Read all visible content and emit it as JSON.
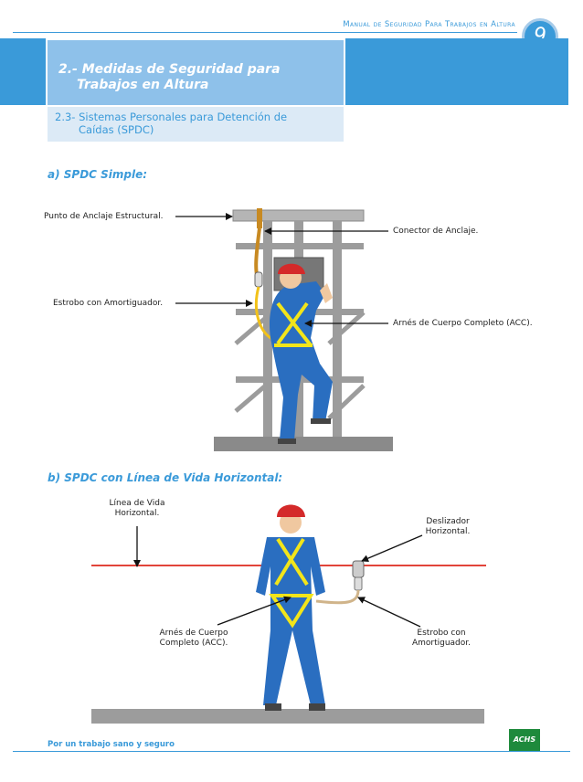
{
  "header": {
    "manual_title": "Manual de Seguridad Para Trabajos en Altura",
    "page_number": "9"
  },
  "section": {
    "title_line1": "2.- Medidas de Seguridad para",
    "title_line2": "Trabajos en Altura",
    "subtitle_line1": "2.3- Sistemas Personales para Detención de",
    "subtitle_line2": "Caídas (SPDC)"
  },
  "figure_a": {
    "heading": "a) SPDC Simple:",
    "labels": {
      "anchor_point": "Punto de Anclaje Estructural.",
      "anchor_connector": "Conector de Anclaje.",
      "lanyard": "Estrobo con Amortiguador.",
      "harness": "Arnés de Cuerpo Completo (ACC)."
    }
  },
  "figure_b": {
    "heading": "b) SPDC con Línea de Vida Horizontal:",
    "labels": {
      "lifeline_l1": "Línea de Vida",
      "lifeline_l2": "Horizontal.",
      "slider_l1": "Deslizador",
      "slider_l2": "Horizontal.",
      "harness_l1": "Arnés de Cuerpo",
      "harness_l2": "Completo (ACC).",
      "lanyard_l1": "Estrobo con",
      "lanyard_l2": "Amortiguador."
    }
  },
  "footer": {
    "tagline": "Por un trabajo sano y seguro",
    "logo_text": "ACHS"
  },
  "colors": {
    "accent": "#3a9ad9",
    "light_accent": "#8ec1ea",
    "worker_blue": "#2a6ec0",
    "harness_yellow": "#f2e51a",
    "helmet_red": "#d42a2a",
    "structure_gray": "#9c9c9c"
  }
}
